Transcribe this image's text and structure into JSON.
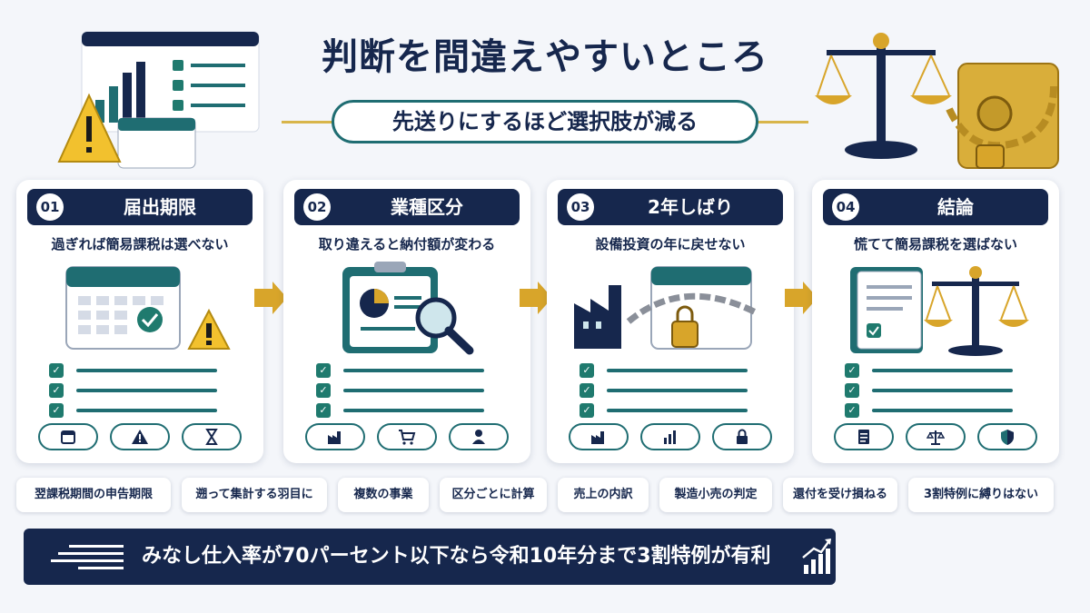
{
  "header": {
    "title": "判断を間違えやすいところ",
    "subtitle": "先送りにするほど選択肢が減る"
  },
  "cards": [
    {
      "num": "01",
      "label": "届出期限",
      "sub": "過ぎれば簡易課税は選べない",
      "pill_icons": [
        "calendar-icon",
        "warning-icon",
        "hourglass-icon"
      ]
    },
    {
      "num": "02",
      "label": "業種区分",
      "sub": "取り違えると納付額が変わる",
      "pill_icons": [
        "factory-icon",
        "cart-icon",
        "person-icon"
      ]
    },
    {
      "num": "03",
      "label": "2年しばり",
      "sub": "設備投資の年に戻せない",
      "pill_icons": [
        "factory-icon",
        "bar-chart-icon",
        "lock-icon"
      ]
    },
    {
      "num": "04",
      "label": "結論",
      "sub": "慌てて簡易課税を選ばない",
      "pill_icons": [
        "document-icon",
        "scale-icon",
        "shield-icon"
      ]
    }
  ],
  "chips": [
    "翌課税期間の申告期限",
    "遡って集計する羽目に",
    "複数の事業",
    "区分ごとに計算",
    "売上の内訳",
    "製造小売の判定",
    "還付を受け損ねる",
    "3割特例に縛りはない"
  ],
  "banner": {
    "text": "みなし仕入率が70パーセント以下なら令和10年分まで3割特例が有利"
  },
  "colors": {
    "navy": "#16274d",
    "teal": "#1f6d72",
    "gold": "#d8a52a",
    "check_green": "#1f7a6e"
  }
}
